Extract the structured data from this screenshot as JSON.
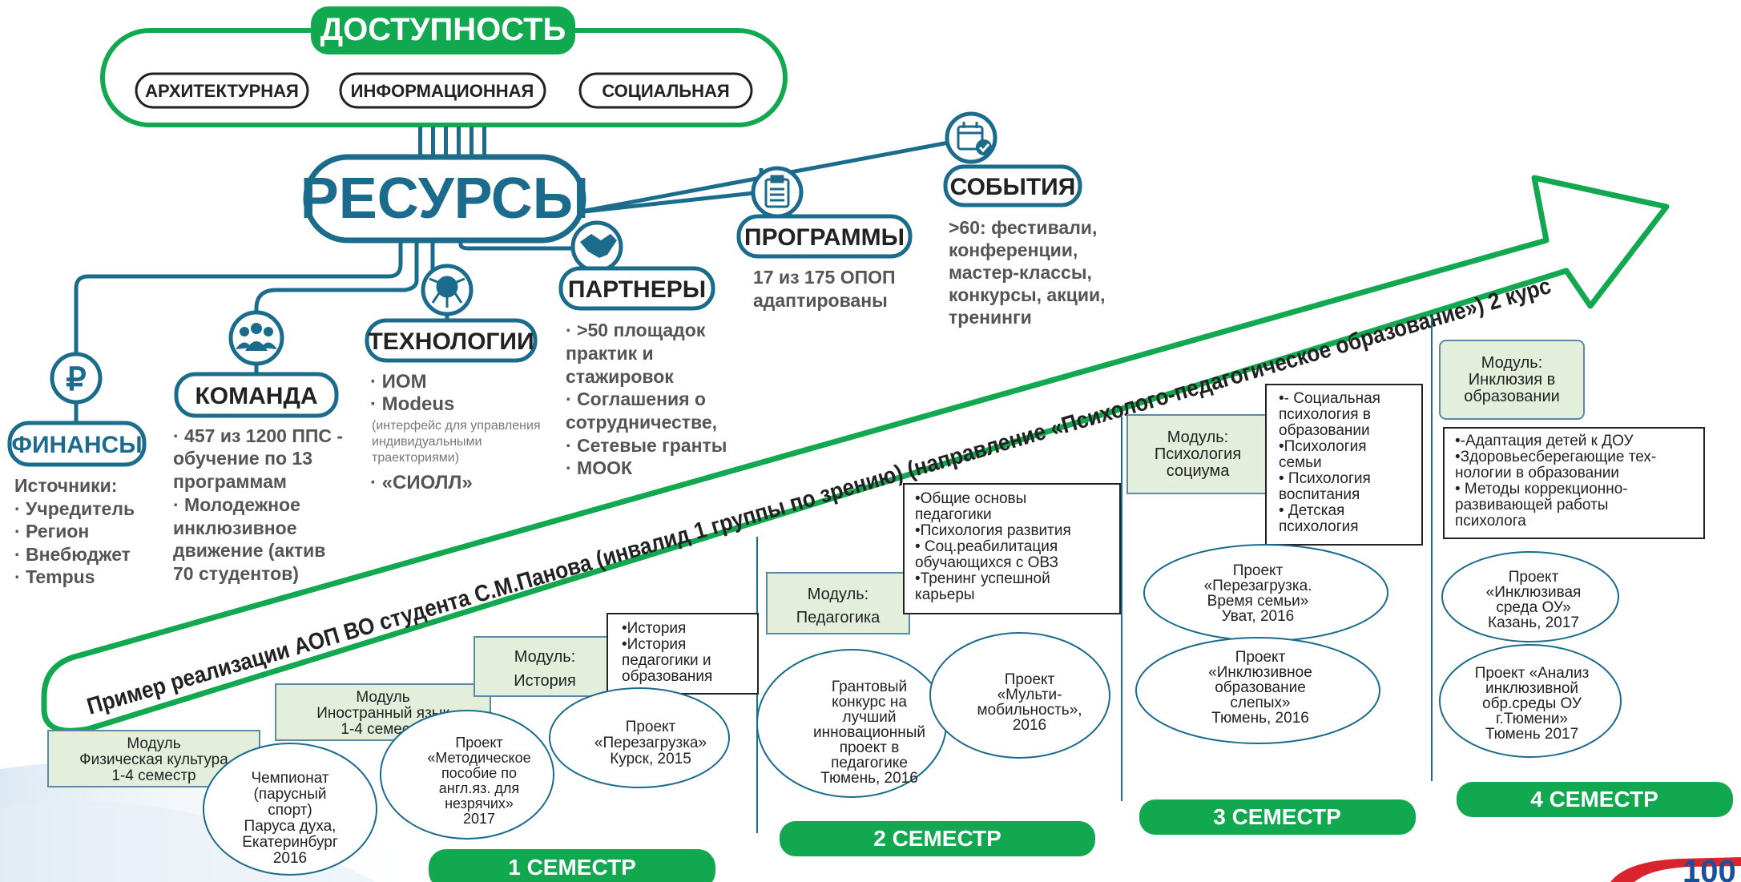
{
  "colors": {
    "green": "#12a850",
    "teal": "#1a6b8c",
    "text": "#2b2b2b",
    "grey_text": "#555555",
    "module_fill": "#e3eedb",
    "module_border": "#5a8aa8",
    "hint_text": "#777777"
  },
  "access": {
    "title": "ДОСТУПНОСТЬ",
    "items": [
      "АРХИТЕКТУРНАЯ",
      "ИНФОРМАЦИОННАЯ",
      "СОЦИАЛЬНАЯ"
    ]
  },
  "resources": {
    "title": "РЕСУРСЫ"
  },
  "finance": {
    "icon": "ruble-icon",
    "title": "ФИНАНСЫ",
    "lines": [
      "Источники:",
      "· Учредитель",
      "· Регион",
      "· Внебюджет",
      "· Tempus"
    ]
  },
  "team": {
    "icon": "people-icon",
    "title": "КОМАНДА",
    "lines": [
      "· 457 из 1200 ППС -",
      "обучение по 13",
      "программам",
      "· Молодежное",
      "инклюзивное",
      "движение (актив",
      "70 студентов)"
    ]
  },
  "tech": {
    "icon": "circuit-icon",
    "title": "ТЕХНОЛОГИИ",
    "lines": [
      "· ИОМ",
      "· Modeus"
    ],
    "hint": [
      "(интерфейс для управления",
      "индивидуальными",
      "траекториями)"
    ],
    "last": "· «СИОЛЛ»"
  },
  "partners": {
    "icon": "handshake-icon",
    "title": "ПАРТНЕРЫ",
    "lines": [
      "· >50 площадок",
      "практик и",
      "стажировок",
      "· Соглашения о",
      "сотрудничестве,",
      "· Сетевые гранты",
      "· МООК"
    ]
  },
  "programs": {
    "icon": "clipboard-icon",
    "title": "ПРОГРАММЫ",
    "lines": [
      "17 из 175  ОПОП",
      "адаптированы"
    ]
  },
  "events": {
    "icon": "calendar-icon",
    "title": "СОБЫТИЯ",
    "lines": [
      ">60: фестивали,",
      "конференции,",
      "мастер-классы,",
      "конкурсы, акции,",
      "тренинги"
    ]
  },
  "arrow_text": "Пример реализации АОП ВО  студента С.М.Панова (инвалид 1 группы по зрению) (направление «Психолого-педагогическое образование») 2 курс",
  "semesters": [
    "1 СЕМЕСТР",
    "2 СЕМЕСТР",
    "3 СЕМЕСТР",
    "4 СЕМЕСТР"
  ],
  "modules": [
    [
      "Модуль",
      "Физическая культура",
      "1-4 семестр"
    ],
    [
      "Модуль",
      "Иностранный язык",
      "1-4 семестр"
    ],
    [
      "Модуль:",
      "История"
    ],
    [
      "Модуль:",
      "Педагогика"
    ],
    [
      "Модуль:",
      "Психология",
      "социума"
    ],
    [
      "Модуль:",
      "Инклюзия в",
      "образовании"
    ]
  ],
  "topics": [
    [
      "•История",
      "•История",
      "педагогики и",
      "образования"
    ],
    [
      "•Общие основы",
      "педагогики",
      "•Психология развития",
      "• Соц.реабилитация",
      "обучающихся с ОВЗ",
      "•Тренинг успешной",
      "карьеры"
    ],
    [
      "•- Социальная",
      "психология в",
      "образовании",
      "•Психология",
      "семьи",
      "• Психология",
      "воспитания",
      "• Детская",
      "психология"
    ],
    [
      "•-Адаптация детей к ДОУ",
      "•Здоровьесберегающие тех-",
      "нологии в образовании",
      "• Методы коррекционно-",
      "развивающей работы",
      "психолога"
    ]
  ],
  "projects": [
    [
      "Чемпионат",
      "(парусный",
      "спорт)",
      "Паруса духа,",
      "Екатеринбург",
      "2016"
    ],
    [
      "Проект",
      "«Методическое",
      "пособие по",
      "англ.яз. для",
      "незрячих»",
      "2017"
    ],
    [
      "Проект",
      "«Перезагрузка»",
      "Курск, 2015"
    ],
    [
      "Грантовый",
      "конкурс на",
      "лучший",
      "инновационный",
      "проект в",
      "педагогике",
      "Тюмень, 2016"
    ],
    [
      "Проект",
      "«Мульти-",
      "мобильность»,",
      "2016"
    ],
    [
      "Проект",
      "«Перезагрузка.",
      "Время семьи»",
      "Уват, 2016"
    ],
    [
      "Проект",
      "«Инклюзивное",
      "образование",
      "слепых»",
      "Тюмень, 2016"
    ],
    [
      "Проект",
      "«Инклюзивая",
      "среда ОУ»",
      "Казань, 2017"
    ],
    [
      "Проект «Анализ",
      "инклюзивной",
      "обр.среды ОУ",
      "г.Тюмени»",
      "Тюмень 2017"
    ]
  ],
  "corner_logo": "100"
}
